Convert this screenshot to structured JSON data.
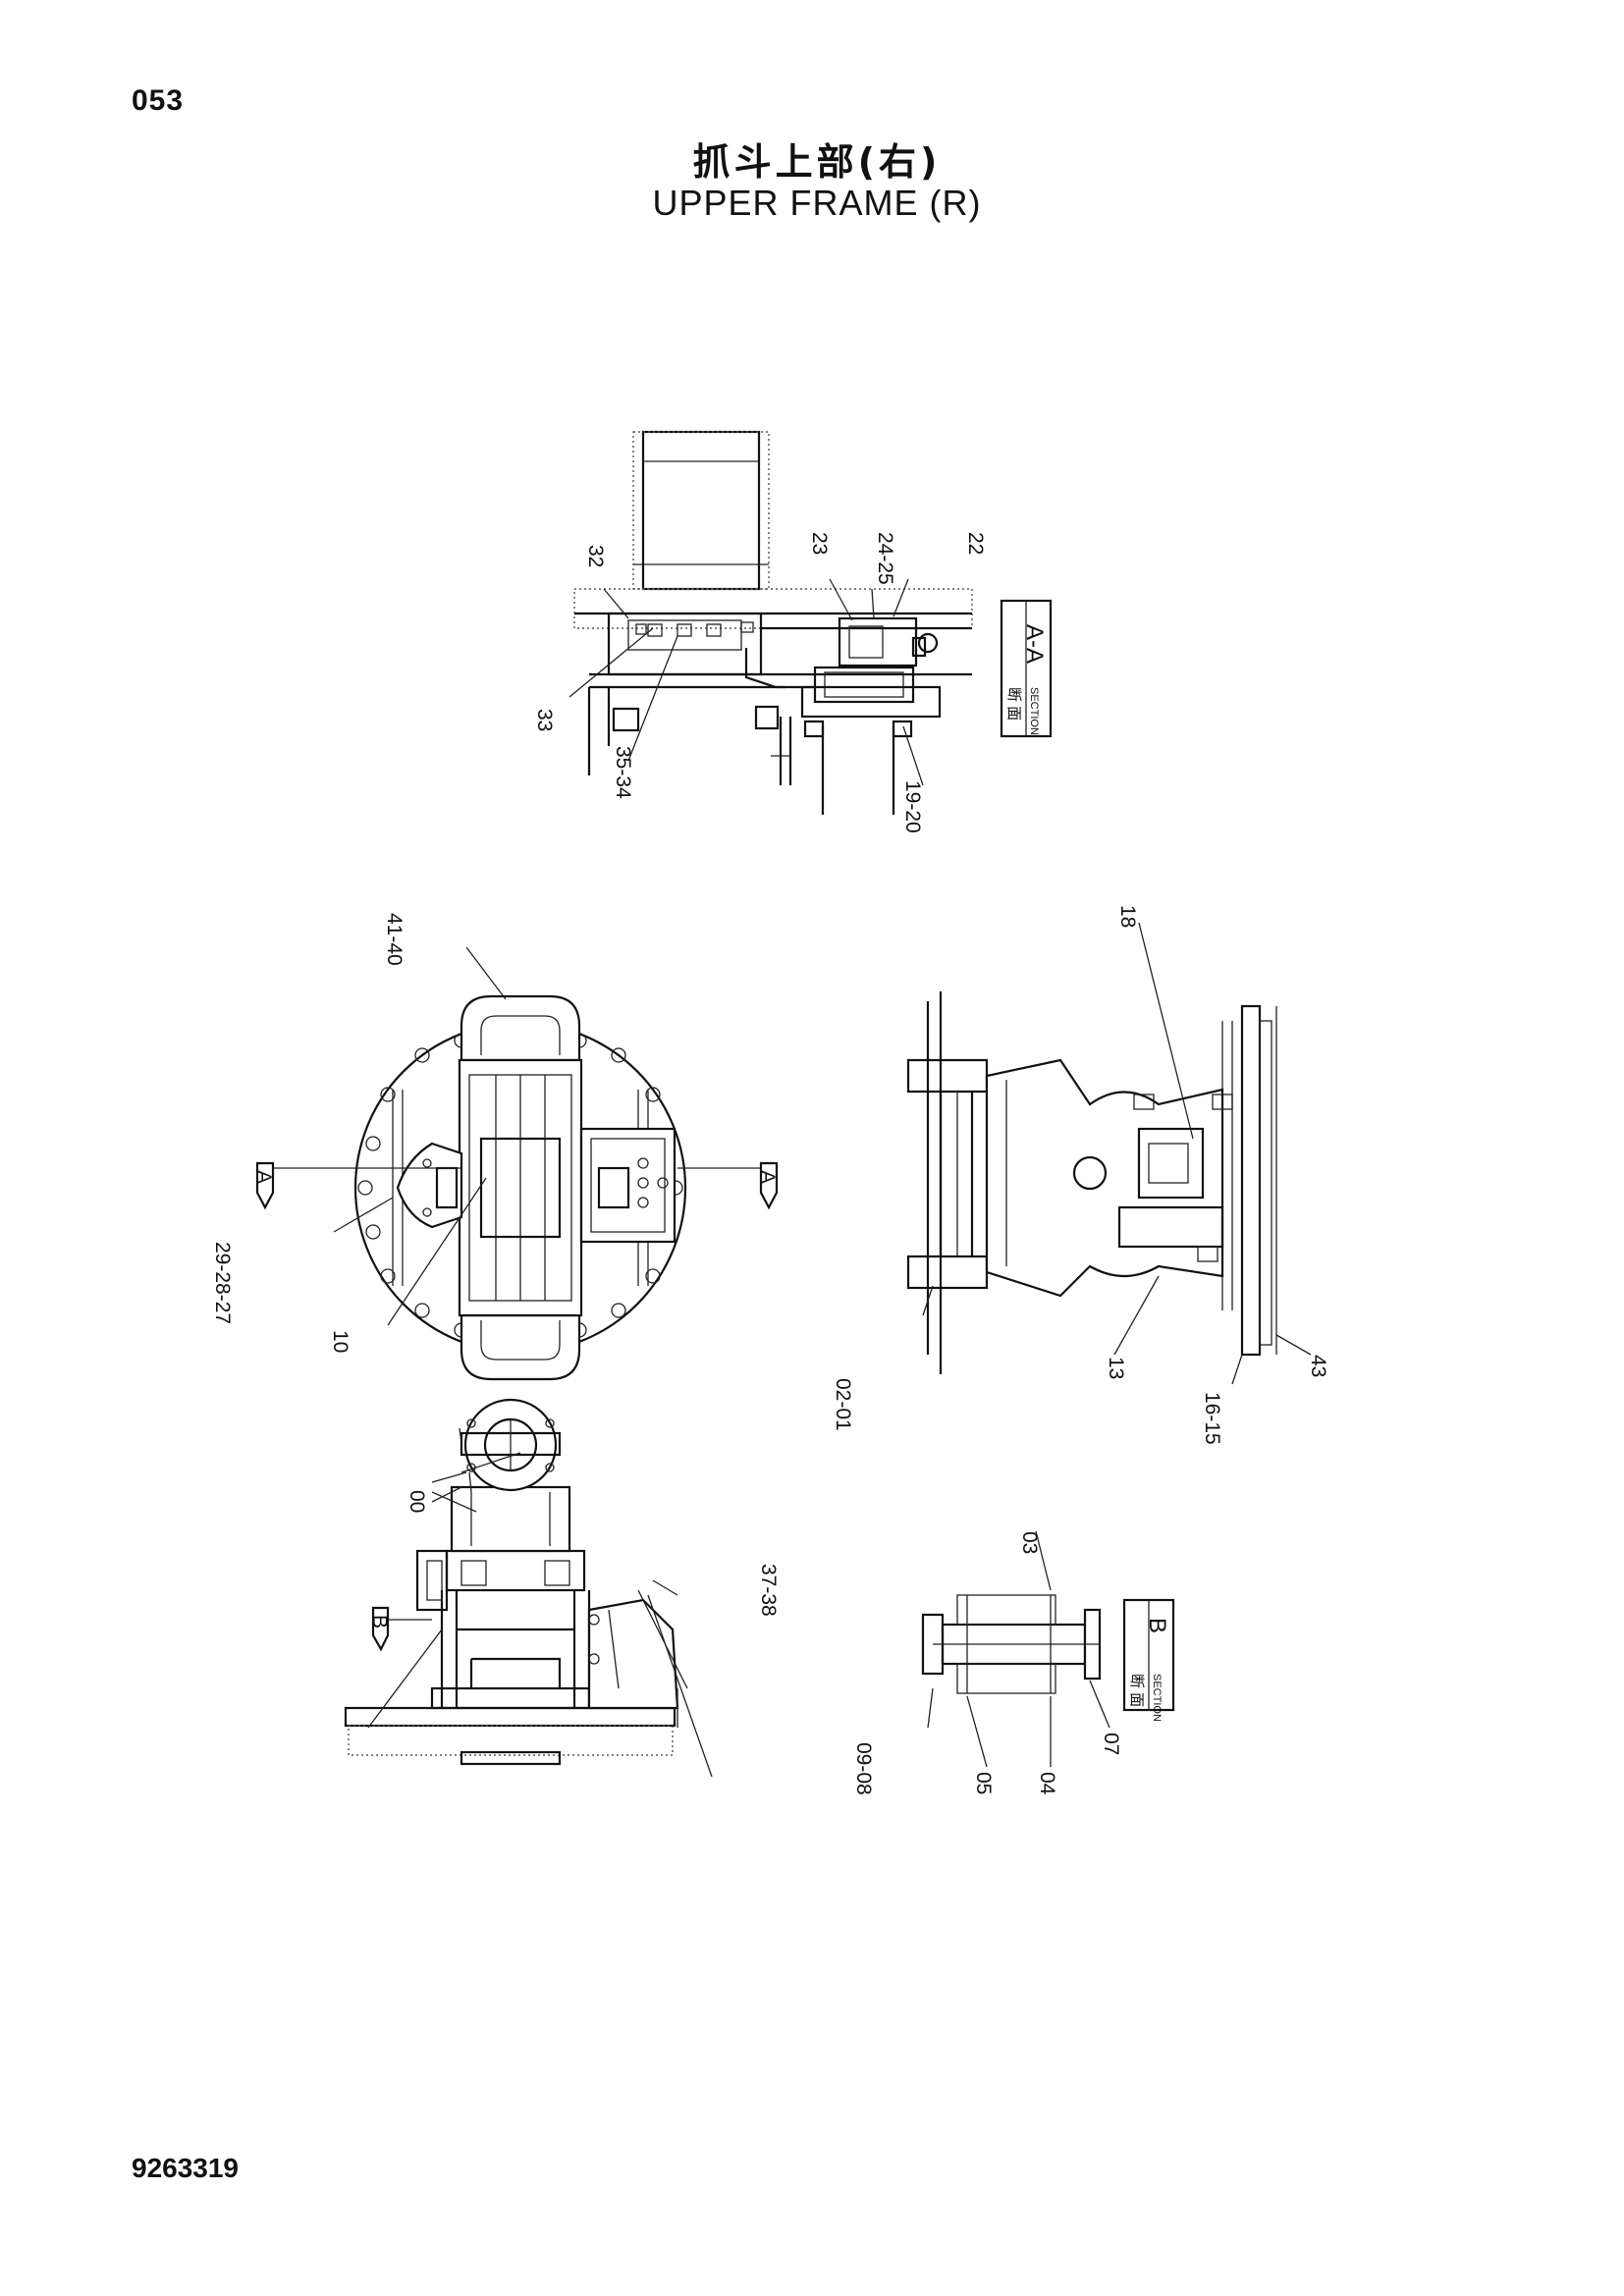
{
  "page_number": "053",
  "title_cn": "抓斗上部(右)",
  "title_en": "UPPER FRAME (R)",
  "document_number": "9263319",
  "section_aa": {
    "cn": "断 面",
    "word": "SECTION",
    "letter": "A-A"
  },
  "section_b": {
    "cn": "断 面",
    "word": "SECTION",
    "letter": "B"
  },
  "view_arrows": {
    "left": "A",
    "right": "A",
    "bottom": "B"
  },
  "callouts": {
    "c32": "32",
    "c33": "33",
    "c3435": "35-34",
    "c23": "23",
    "c2425": "24-25",
    "c22": "22",
    "c1920": "19-20",
    "c4140": "41-40",
    "c292827": "29-28-27",
    "c10": "10",
    "c18": "18",
    "c0201": "02-01",
    "c13": "13",
    "c1615": "16-15",
    "c43": "43",
    "c00": "00",
    "c3738": "37-38",
    "c03": "03",
    "c0908": "09-08",
    "c05": "05",
    "c04": "04",
    "c07": "07"
  }
}
